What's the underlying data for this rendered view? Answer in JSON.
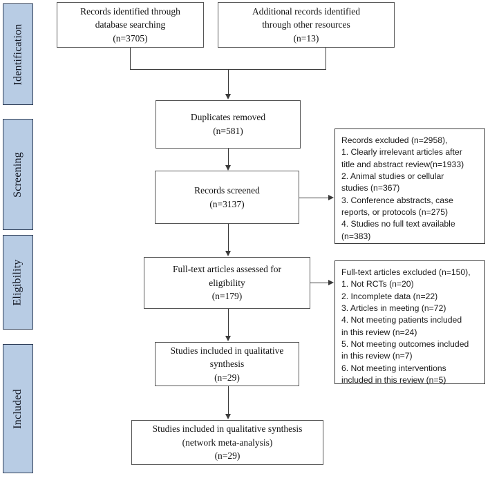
{
  "diagram": {
    "title": "PRISMA flow diagram",
    "accent_color": "#b8cce4",
    "accent_border_color": "#2c3b55",
    "line_color": "#3a3a3a",
    "box_border_color": "#555555",
    "background": "#ffffff"
  },
  "stages": [
    {
      "id": "identification",
      "label": "Identification"
    },
    {
      "id": "screening",
      "label": "Screening"
    },
    {
      "id": "eligibility",
      "label": "Eligibility"
    },
    {
      "id": "included",
      "label": "Included"
    }
  ],
  "flow_boxes": [
    {
      "id": "records-identified-database",
      "line1": "Records identified through",
      "line2": "database searching",
      "line3": "(n=3705)",
      "count": 3705
    },
    {
      "id": "additional-records-other",
      "line1": "Additional records identified",
      "line2": "through other resources",
      "line3": "(n=13)",
      "count": 13
    },
    {
      "id": "duplicates-removed",
      "line1": "Duplicates removed",
      "line2": "(n=581)",
      "line3": "",
      "count": 581
    },
    {
      "id": "records-screened",
      "line1": "Records screened",
      "line2": "(n=3137)",
      "line3": "",
      "count": 3137
    },
    {
      "id": "fulltext-assessed",
      "line1": "Full-text articles assessed for",
      "line2": "eligibility",
      "line3": "(n=179)",
      "count": 179
    },
    {
      "id": "studies-qualitative",
      "line1": "Studies included in qualitative",
      "line2": "synthesis",
      "line3": "(n=29)",
      "count": 29
    },
    {
      "id": "studies-network-meta",
      "line1": "Studies included in qualitative synthesis",
      "line2": "(network meta-analysis)",
      "line3": "(n=29)",
      "count": 29
    }
  ],
  "exclusion_boxes": [
    {
      "id": "records-excluded",
      "heading": "Records excluded (n=2958),",
      "total": 2958,
      "reasons": [
        "1. Clearly irrelevant articles after",
        "title and abstract review(n=1933)",
        "2. Animal studies or cellular",
        "studies (n=367)",
        "3. Conference abstracts, case",
        "reports, or protocols (n=275)",
        "4. Studies no full text available",
        "(n=383)"
      ]
    },
    {
      "id": "fulltext-excluded",
      "heading": "Full-text articles excluded (n=150),",
      "total": 150,
      "reasons": [
        "1. Not RCTs (n=20)",
        "2. Incomplete data (n=22)",
        "3. Articles in meeting (n=72)",
        "4. Not meeting patients included",
        "in this review (n=24)",
        "5. Not meeting outcomes included",
        "in this review (n=7)",
        "6. Not meeting interventions",
        "included in this review (n=5)"
      ]
    }
  ]
}
